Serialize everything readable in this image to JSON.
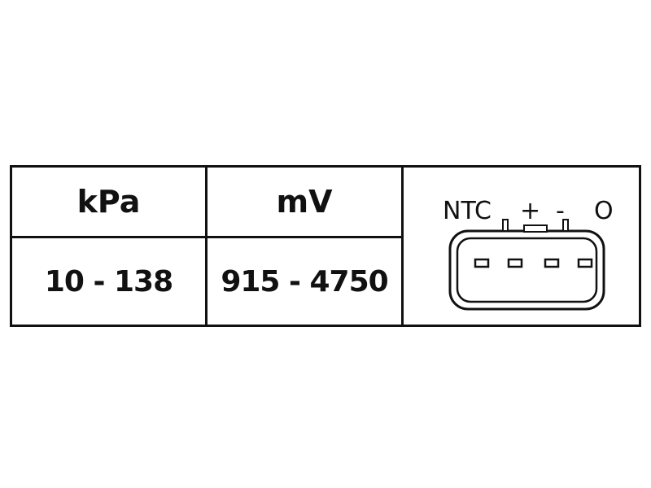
{
  "table": {
    "headers": [
      "kPa",
      "mV"
    ],
    "values": [
      "10 - 138",
      "915 - 4750"
    ]
  },
  "connector": {
    "pin_labels": [
      "NTC",
      "+",
      "-",
      "O"
    ]
  },
  "colors": {
    "line": "#111111",
    "background": "#ffffff"
  }
}
